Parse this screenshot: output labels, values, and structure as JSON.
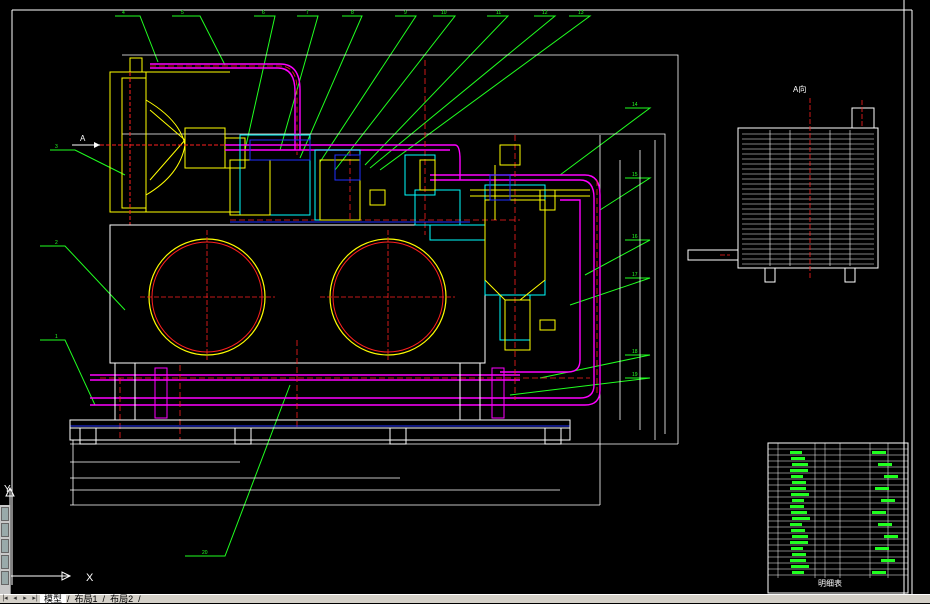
{
  "drawing": {
    "view_label": "A向",
    "section_label": "A",
    "table_title": "明细表",
    "balloons": [
      "4",
      "5",
      "6",
      "7",
      "8",
      "9",
      "10",
      "11",
      "12",
      "13",
      "14",
      "15",
      "16",
      "17",
      "18",
      "19",
      "3",
      "2",
      "1",
      "20"
    ]
  },
  "ucs": {
    "x_label": "X",
    "y_label": "Y"
  },
  "tabs": [
    "模型",
    "布局1",
    "布局2"
  ],
  "colors": {
    "background": "#000000",
    "border": "#ffffff",
    "frame": "#ffffff",
    "pipe_red": "#ff2020",
    "pipe_magenta": "#ff00ff",
    "pipe_yellow": "#ffff00",
    "leader_green": "#20ff20",
    "cyan": "#00ffff",
    "blue": "#2030ff"
  }
}
